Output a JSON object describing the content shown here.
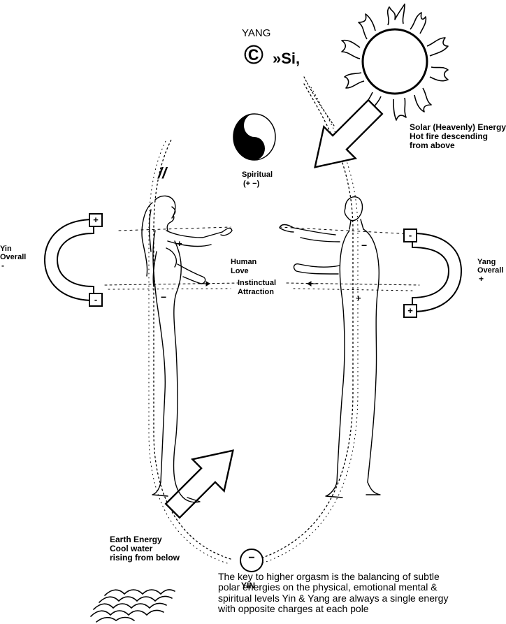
{
  "labels": {
    "yang_top": "YANG",
    "copyright_mark": "©",
    "si_text": "»Si,",
    "slash_mark": "//",
    "solar_line1": "Solar (Heavenly) Energy",
    "solar_line2": "Hot fire descending",
    "solar_line3": "from above",
    "spiritual_line1": "Spiritual",
    "spiritual_line2": "(+ −)",
    "human_love_line1": "Human",
    "human_love_line2": "Love",
    "instinctual_line1": "Instinctual",
    "instinctual_line2": "Attraction",
    "yin_overall_line1": "Yin",
    "yin_overall_line2": "Overall",
    "yin_overall_sign": "-",
    "yang_overall_line1": "Yang",
    "yang_overall_line2": "Overall",
    "yang_overall_sign": "+",
    "earth_line1": "Earth Energy",
    "earth_line2": "Cool water",
    "earth_line3": "rising from below",
    "yin_bottom": "YIN",
    "yin_circle_sign": "−",
    "woman_chest_plus": "+",
    "woman_pelvis_minus": "−",
    "man_chest_minus": "−",
    "man_pelvis_plus": "+",
    "magnet_left_top": "+",
    "magnet_left_bottom": "-",
    "magnet_right_top": "-",
    "magnet_right_bottom": "+"
  },
  "caption": "The key to higher orgasm is the balancing of subtle polar energies on the physical, emotional mental & spiritual levels Yin & Yang are always a single energy with opposite charges at each pole",
  "icons": [
    "sun-icon",
    "yin-yang-icon",
    "woman-figure",
    "man-figure",
    "horseshoe-magnet-left",
    "horseshoe-magnet-right",
    "solar-arrow",
    "earth-arrow",
    "water-waves-icon",
    "yin-circle"
  ]
}
